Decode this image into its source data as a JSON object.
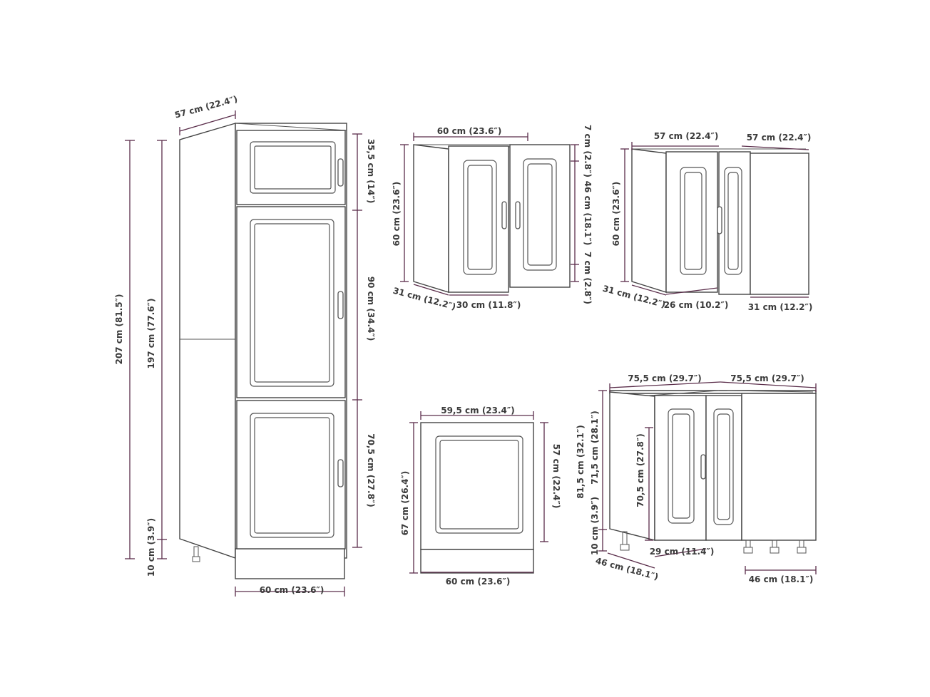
{
  "tall_cabinet": {
    "depth": "57 cm (22.4″)",
    "height_total": "207 cm (81.5″)",
    "height_body": "197 cm (77.6″)",
    "leg_height": "10 cm (3.9″)",
    "top_door": "35,5 cm (14″)",
    "middle_door": "90 cm (34.4″)",
    "bottom_door": "70,5 cm (27.8″)",
    "width": "60 cm (23.6″)"
  },
  "wall_cabinet": {
    "width": "60 cm (23.6″)",
    "height": "60 cm (23.6″)",
    "depth": "31 cm (12.2″)",
    "door_width": "30 cm (11.8″)",
    "top_rail": "7 cm (2.8″)",
    "door_panel": "46 cm (18.1″)",
    "bottom_rail": "7 cm (2.8″)"
  },
  "corner_wall_cabinet": {
    "width_left": "57 cm (22.4″)",
    "width_right": "57 cm (22.4″)",
    "height": "60 cm (23.6″)",
    "depth_left": "31 cm (12.2″)",
    "door_width": "26 cm (10.2″)",
    "depth_right": "31 cm (12.2″)"
  },
  "oven_cabinet": {
    "top_width": "59,5 cm (23.4″)",
    "height": "67 cm (26.4″)",
    "panel_height": "57 cm (22.4″)",
    "bottom_width": "60 cm (23.6″)"
  },
  "corner_base_cabinet": {
    "width_left": "75,5 cm (29.7″)",
    "width_right": "75,5 cm (29.7″)",
    "height_total": "81,5 cm (32.1″)",
    "height_body": "71,5 cm (28.1″)",
    "door_height": "70,5 cm (27.8″)",
    "leg_height": "10 cm (3.9″)",
    "door_width": "29 cm (11.4″)",
    "depth_left": "46 cm (18.1″)",
    "depth_right": "46 cm (18.1″)"
  }
}
